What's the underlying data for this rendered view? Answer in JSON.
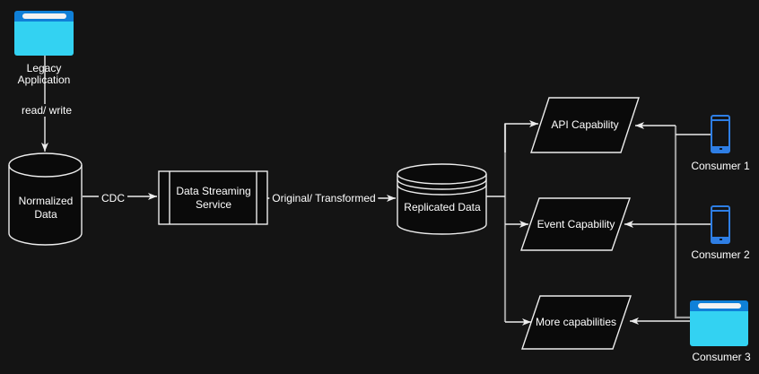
{
  "colors": {
    "background": "#141414",
    "shape_fill": "#0a0a0a",
    "shape_stroke": "#ececec",
    "text": "#ffffff",
    "bus_line": "#999999",
    "browser_icon_bar": "#0f80d8",
    "browser_icon_body": "#33d2f2",
    "browser_icon_addressbar": "#f2f2f2",
    "phone_icon": "#2e7ee4"
  },
  "nodes": {
    "legacy_app": {
      "label": "Legacy Application",
      "icon": "browser-window-icon"
    },
    "normalized_data": {
      "label": "Normalized Data",
      "shape": "cylinder"
    },
    "data_streaming_service": {
      "label": "Data Streaming Service",
      "shape": "process"
    },
    "replicated_data": {
      "label": "Replicated Data",
      "shape": "database"
    },
    "api_capability": {
      "label": "API Capability",
      "shape": "parallelogram"
    },
    "event_capability": {
      "label": "Event Capability",
      "shape": "parallelogram"
    },
    "more_capabilities": {
      "label": "More capabilities",
      "shape": "parallelogram"
    },
    "consumer_1": {
      "label": "Consumer 1",
      "icon": "mobile-phone-icon"
    },
    "consumer_2": {
      "label": "Consumer 2",
      "icon": "mobile-phone-icon"
    },
    "consumer_3": {
      "label": "Consumer 3",
      "icon": "browser-window-icon"
    }
  },
  "edge_labels": {
    "read_write": "read/ write",
    "cdc": "CDC",
    "original_transformed": "Original/ Transformed"
  }
}
